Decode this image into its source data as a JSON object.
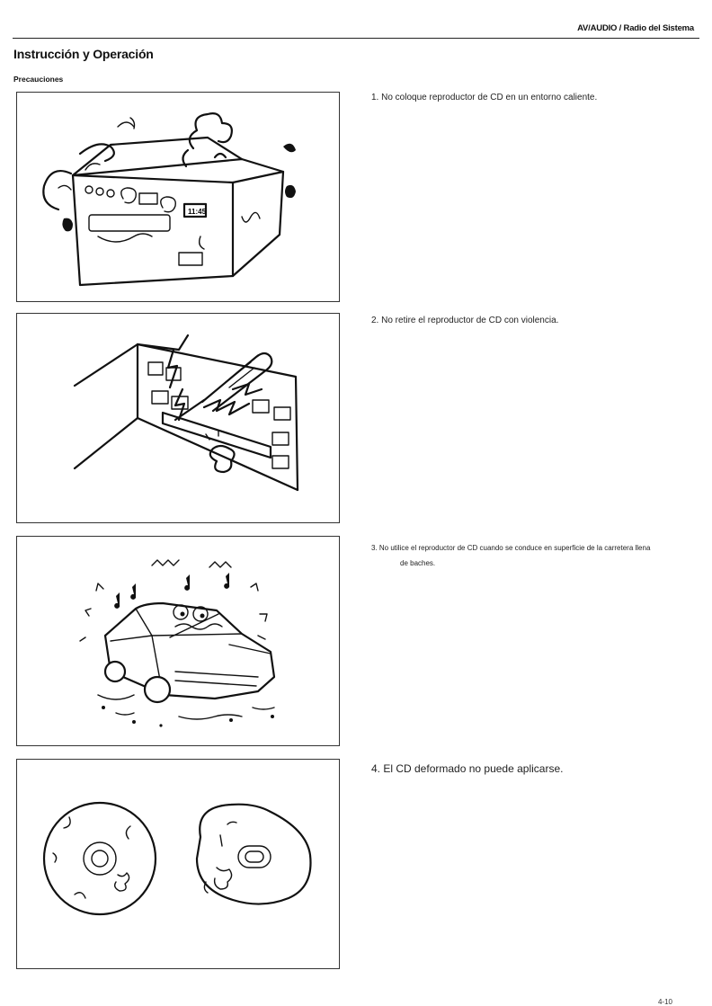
{
  "header": {
    "section": "AV/AUDIO / Radio del Sistema"
  },
  "page": {
    "title": "Instrucción y Operación",
    "subtitle": "Precauciones",
    "page_number": "4-10"
  },
  "precautions": [
    {
      "text": "1. No coloque reproductor de CD en un entorno caliente."
    },
    {
      "text": "2. No retire el reproductor de CD con violencia."
    },
    {
      "text_line1": "3. No utilice el reproductor de CD cuando se conduce en superficie de la carretera llena",
      "text_line2": "de baches."
    },
    {
      "text": "4. El CD deformado no puede aplicarse."
    }
  ],
  "figures": {
    "fig1": {
      "icon": "hot-cd-player-illustration",
      "display_label": "11:45"
    },
    "fig2": {
      "icon": "screwdriver-pry-illustration"
    },
    "fig3": {
      "icon": "car-bumpy-road-illustration"
    },
    "fig4": {
      "icon": "warped-cd-illustration"
    }
  }
}
